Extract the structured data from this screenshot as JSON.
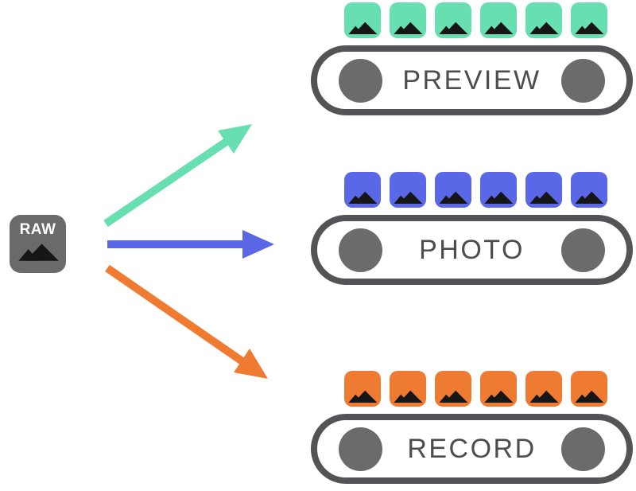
{
  "colors": {
    "background": "#ffffff",
    "teal": "#67dfb0",
    "blue": "#5a68e8",
    "orange": "#ef7b33",
    "belt_outline": "#545456",
    "roller_gray": "#6b6b6b",
    "label_gray": "#4d4d4d",
    "raw_box_gray": "#6a6a6a",
    "raw_label_white": "#ffffff",
    "mountain_black": "#161616"
  },
  "source": {
    "label": "RAW",
    "icon": "image-icon"
  },
  "streams": [
    {
      "id": "preview",
      "label": "PREVIEW",
      "frame_count": 6,
      "color": "#67dfb0",
      "frame_icon": "mountain-image-icon"
    },
    {
      "id": "photo",
      "label": "PHOTO",
      "frame_count": 6,
      "color": "#5a68e8",
      "frame_icon": "mountain-image-icon"
    },
    {
      "id": "record",
      "label": "RECORD",
      "frame_count": 6,
      "color": "#ef7b33",
      "frame_icon": "mountain-image-icon"
    }
  ]
}
